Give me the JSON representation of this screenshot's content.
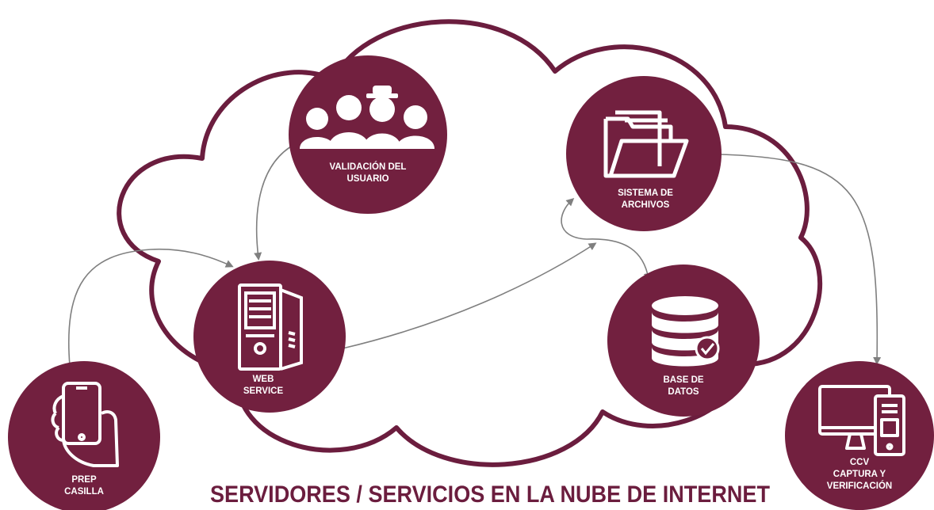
{
  "colors": {
    "node_fill": "#72203f",
    "cloud_stroke": "#6b1d3e",
    "arrow": "#7f7f7f",
    "icon": "#ffffff",
    "caption": "#6b1d3e"
  },
  "nodes": {
    "validacion": {
      "line1": "VALIDACIÓN DEL",
      "line2": "USUARIO",
      "icon": "people-group-icon"
    },
    "archivos": {
      "line1": "SISTEMA DE",
      "line2": "ARCHIVOS",
      "icon": "folder-icon"
    },
    "webservice": {
      "line1": "WEB",
      "line2": "SERVICE",
      "icon": "server-tower-icon"
    },
    "basedatos": {
      "line1": "BASE DE",
      "line2": "DATOS",
      "icon": "database-icon"
    },
    "prep": {
      "line1": "PREP",
      "line2": "CASILLA",
      "icon": "smartphone-hand-icon"
    },
    "ccv": {
      "line1": "CCV",
      "line2": "CAPTURA Y",
      "line3": "VERIFICACIÓN",
      "icon": "desktop-tablet-icon"
    }
  },
  "caption": "SERVIDORES / SERVICIOS EN LA NUBE DE INTERNET"
}
